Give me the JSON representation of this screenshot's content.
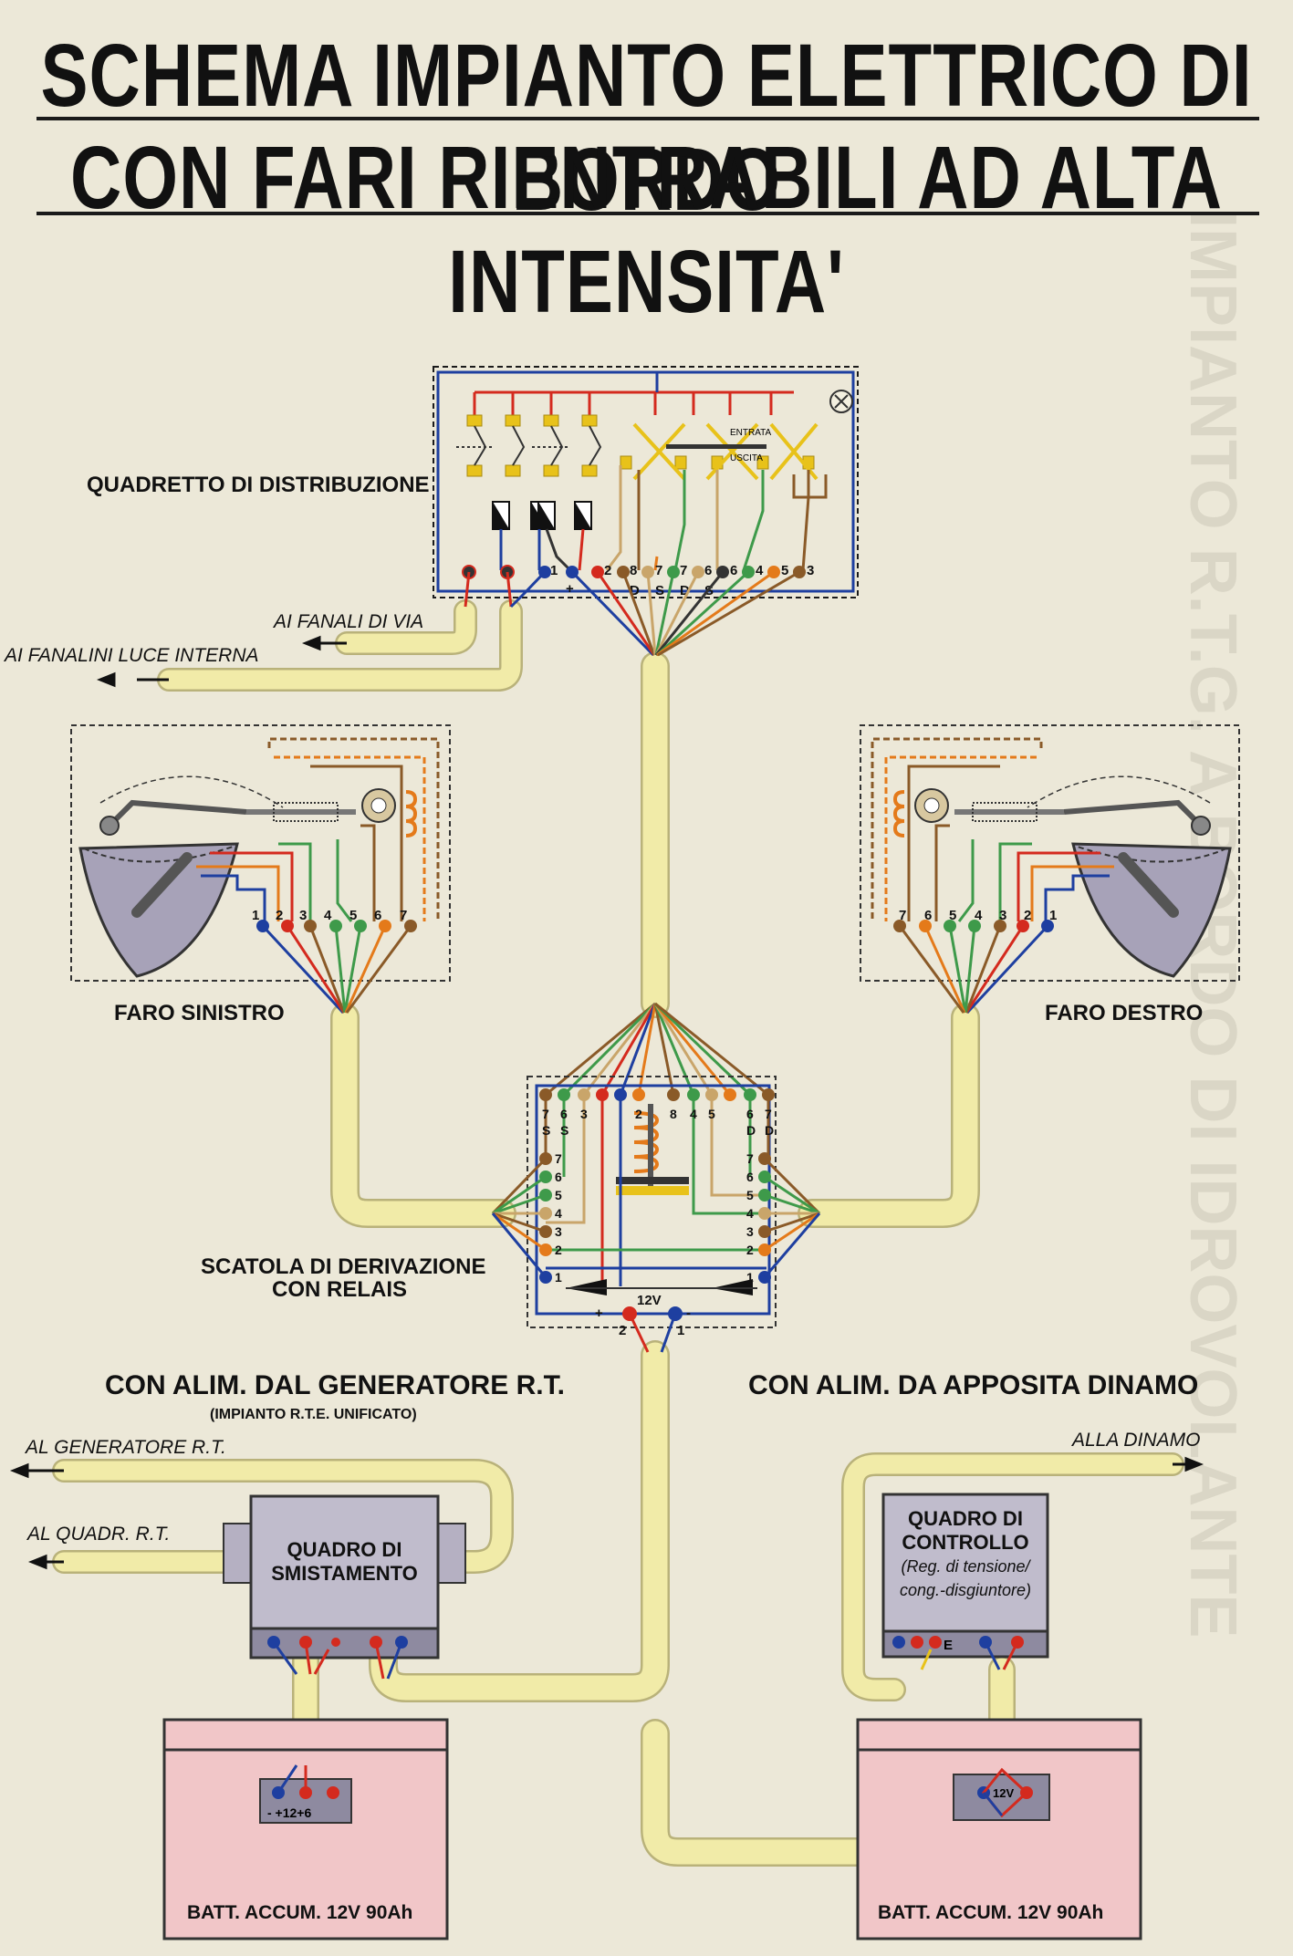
{
  "title": {
    "line1": "SCHEMA IMPIANTO ELETTRICO DI BORDO",
    "line2": "CON FARI RIENTRABILI AD ALTA INTENSITA'"
  },
  "labels": {
    "quadretto": "QUADRETTO DI DISTRIBUZIONE",
    "fanali_via": "AI FANALI DI VIA",
    "fanalini": "AI FANALINI LUCE INTERNA",
    "entrata": "ENTRATA",
    "uscita": "USCITA",
    "faro_sinistro": "FARO SINISTRO",
    "faro_destro": "FARO DESTRO",
    "scatola_line1": "SCATOLA DI DERIVAZIONE",
    "scatola_line2": "CON RELAIS",
    "volt": "12V",
    "alim_generatore": "CON ALIM. DAL GENERATORE R.T.",
    "impianto_unificato": "(IMPIANTO R.T.E. UNIFICATO)",
    "alim_dinamo": "CON ALIM. DA APPOSITA DINAMO",
    "al_generatore": "AL GENERATORE R.T.",
    "al_quadr": "AL QUADR. R.T.",
    "alla_dinamo": "ALLA DINAMO",
    "quadro_smistamento_1": "QUADRO DI",
    "quadro_smistamento_2": "SMISTAMENTO",
    "quadro_controllo_1": "QUADRO DI",
    "quadro_controllo_2": "CONTROLLO",
    "quadro_controllo_3": "(Reg. di tensione/",
    "quadro_controllo_4": "cong.-disgiuntore)",
    "batt_left": "BATT. ACCUM. 12V 90Ah",
    "batt_right": "BATT. ACCUM. 12V 90Ah",
    "batt_left_terms": "-  +12+6",
    "batt_right_volt": "12V",
    "terminal_e": "E",
    "bg_vertical": "IMPIANTO R.T.G. A BORDO DI IDROVOLANTE"
  },
  "terminals": {
    "quadretto": [
      "1",
      "+",
      "2",
      "8",
      "7",
      "D",
      "S",
      "7",
      "6",
      "D",
      "S",
      "6",
      "4",
      "5",
      "3"
    ],
    "faro_sinistro": [
      "1",
      "2",
      "3",
      "4",
      "5",
      "6",
      "7"
    ],
    "faro_destro": [
      "7",
      "6",
      "5",
      "4",
      "3",
      "2",
      "1"
    ],
    "scatola_top_left": [
      "7",
      "6",
      "3",
      "S",
      "S"
    ],
    "scatola_top_right": [
      "2",
      "8",
      "4",
      "5",
      "6",
      "7",
      "D",
      "D"
    ],
    "scatola_side": [
      "7",
      "6",
      "5",
      "4",
      "3",
      "2",
      "1"
    ],
    "scatola_bottom": [
      "+",
      "2",
      "-",
      "1"
    ]
  },
  "colors": {
    "background": "#ece8d8",
    "cable": "#f1eba8",
    "red": "#d42a1e",
    "blue": "#1e3fa0",
    "green": "#3e9a4a",
    "brown": "#8a5a28",
    "orange": "#e47a1a",
    "tan": "#c9a56a",
    "yellow": "#e8c21a",
    "battery": "#f1c6c8",
    "lamp": "#a7a2b8"
  }
}
